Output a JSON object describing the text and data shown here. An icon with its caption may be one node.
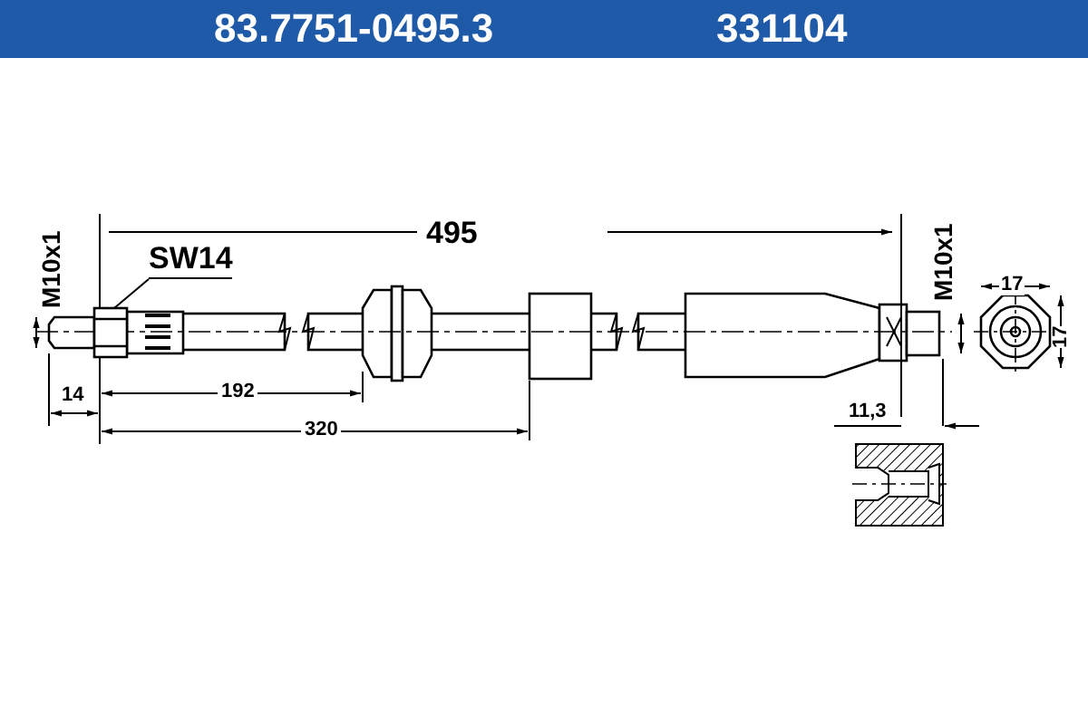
{
  "diagram": {
    "nodes": [
      {
        "text": [
          "SW14"
        ]
      },
      {
        "text": [],
        "shape": "box"
      }
    ],
    "edges": [
      {
        "from": 0,
        "to": 1,
        "arrow": "none"
      }
    ],
    "labels": [
      "83.7751-0495.3",
      "331104",
      "M10x1",
      "495",
      "M10x1",
      "17",
      "17",
      "14",
      "192",
      "11,3",
      "320"
    ]
  }
}
